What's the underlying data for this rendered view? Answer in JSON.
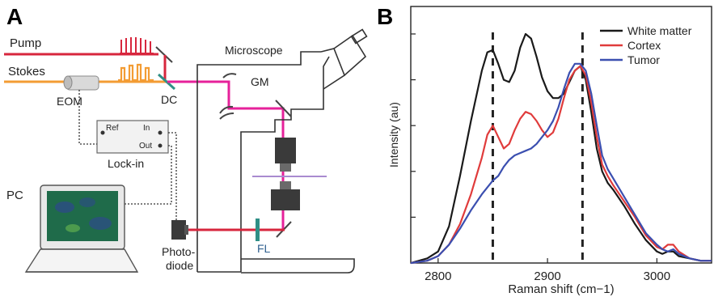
{
  "panel_a": {
    "letter": "A",
    "labels": {
      "pump": "Pump",
      "stokes": "Stokes",
      "microscope": "Microscope",
      "gm": "GM",
      "eom": "EOM",
      "dc": "DC",
      "lockin": "Lock-in",
      "ref": "Ref",
      "in": "In",
      "out": "Out",
      "pc": "PC",
      "photo": "Photo-",
      "diode": "diode",
      "fl": "FL"
    },
    "colors": {
      "pump_beam": "#d7263d",
      "stokes_beam": "#f39c34",
      "combined_beam": "#e6219a",
      "filter": "#2f8f86",
      "sample": "#a98bd0",
      "screen": "#1f6b4a"
    }
  },
  "panel_b": {
    "letter": "B"
  },
  "chart_data": {
    "type": "line",
    "title": "",
    "xlabel": "Raman shift (cm−1)",
    "ylabel": "Intensity (au)",
    "xlim": [
      2775,
      3050
    ],
    "ylim": [
      0,
      1.12
    ],
    "x_ticks": [
      2800,
      2900,
      3000
    ],
    "x_tick_labels": [
      "2800",
      "2900",
      "3000"
    ],
    "y_tick_labels_shown": false,
    "grid": false,
    "legend": "top-right",
    "reference_lines": [
      2850,
      2932
    ],
    "x": [
      2775,
      2790,
      2800,
      2810,
      2820,
      2830,
      2840,
      2845,
      2850,
      2855,
      2860,
      2865,
      2870,
      2875,
      2880,
      2885,
      2890,
      2895,
      2900,
      2905,
      2910,
      2915,
      2920,
      2925,
      2930,
      2935,
      2940,
      2945,
      2950,
      2955,
      2960,
      2970,
      2980,
      2990,
      3000,
      3005,
      3010,
      3015,
      3020,
      3030,
      3040,
      3050
    ],
    "series": [
      {
        "name": "White matter",
        "color": "#1a1a1a",
        "values": [
          0.0,
          0.02,
          0.05,
          0.16,
          0.38,
          0.62,
          0.84,
          0.92,
          0.93,
          0.87,
          0.8,
          0.79,
          0.84,
          0.94,
          1.0,
          0.98,
          0.9,
          0.81,
          0.75,
          0.72,
          0.72,
          0.74,
          0.79,
          0.84,
          0.86,
          0.8,
          0.66,
          0.5,
          0.4,
          0.35,
          0.32,
          0.25,
          0.17,
          0.1,
          0.05,
          0.04,
          0.05,
          0.05,
          0.03,
          0.02,
          0.01,
          0.01
        ]
      },
      {
        "name": "Cortex",
        "color": "#e03b3b",
        "values": [
          0.0,
          0.01,
          0.03,
          0.08,
          0.17,
          0.3,
          0.46,
          0.56,
          0.6,
          0.55,
          0.5,
          0.52,
          0.58,
          0.63,
          0.66,
          0.65,
          0.62,
          0.58,
          0.55,
          0.57,
          0.63,
          0.72,
          0.8,
          0.84,
          0.86,
          0.82,
          0.7,
          0.55,
          0.43,
          0.38,
          0.34,
          0.27,
          0.2,
          0.12,
          0.07,
          0.06,
          0.08,
          0.08,
          0.05,
          0.02,
          0.01,
          0.01
        ]
      },
      {
        "name": "Tumor",
        "color": "#3b4fb0",
        "values": [
          0.0,
          0.01,
          0.03,
          0.08,
          0.15,
          0.23,
          0.3,
          0.33,
          0.36,
          0.38,
          0.42,
          0.45,
          0.47,
          0.48,
          0.49,
          0.5,
          0.52,
          0.55,
          0.58,
          0.62,
          0.68,
          0.76,
          0.83,
          0.87,
          0.87,
          0.84,
          0.74,
          0.6,
          0.47,
          0.41,
          0.37,
          0.29,
          0.21,
          0.13,
          0.08,
          0.06,
          0.05,
          0.06,
          0.04,
          0.02,
          0.01,
          0.01
        ]
      }
    ]
  }
}
